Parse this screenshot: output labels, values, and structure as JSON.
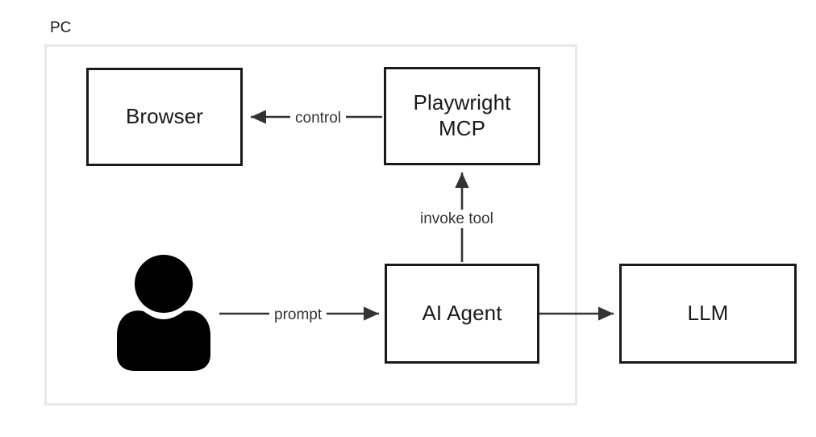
{
  "diagram": {
    "title": "PC",
    "background_color": "#ffffff",
    "node_border_color": "#1a1a1a",
    "container_border_color": "#e8e8e8",
    "edge_color": "#333333",
    "text_color": "#1a1a1a",
    "container": {
      "label": "PC",
      "contains": [
        "Browser",
        "Playwright MCP",
        "AI Agent",
        "User"
      ]
    },
    "nodes": [
      {
        "id": "browser",
        "label": "Browser",
        "shape": "rectangle"
      },
      {
        "id": "playwright-mcp",
        "label": "Playwright\nMCP",
        "shape": "rectangle"
      },
      {
        "id": "ai-agent",
        "label": "AI Agent",
        "shape": "rectangle"
      },
      {
        "id": "llm",
        "label": "LLM",
        "shape": "rectangle"
      },
      {
        "id": "user",
        "label": "",
        "shape": "person-icon"
      }
    ],
    "edges": [
      {
        "id": "control",
        "from": "playwright-mcp",
        "to": "browser",
        "label": "control",
        "direction": "left",
        "arrowhead": "filled"
      },
      {
        "id": "invoke-tool",
        "from": "ai-agent",
        "to": "playwright-mcp",
        "label": "invoke tool",
        "direction": "up",
        "arrowhead": "filled"
      },
      {
        "id": "prompt",
        "from": "user",
        "to": "ai-agent",
        "label": "prompt",
        "direction": "right",
        "arrowhead": "filled"
      },
      {
        "id": "agent-to-llm",
        "from": "ai-agent",
        "to": "llm",
        "label": "",
        "direction": "right",
        "arrowhead": "filled"
      }
    ]
  }
}
